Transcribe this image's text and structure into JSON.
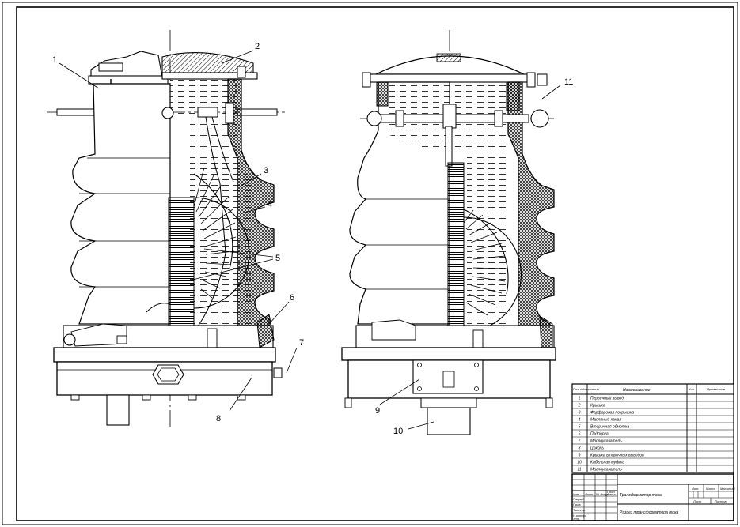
{
  "callouts": {
    "c1": "1",
    "c2": "2",
    "c3": "3",
    "c4": "4",
    "c5": "5",
    "c6": "6",
    "c7": "7",
    "c8": "8",
    "c9": "9",
    "c10": "10",
    "c11": "11"
  },
  "spec_table": {
    "headers": [
      "Поз. обозначение",
      "Наименование",
      "Кол",
      "Примечание"
    ],
    "rows": [
      {
        "pos": "1",
        "name": "Первичный вывод"
      },
      {
        "pos": "2",
        "name": "Крышка"
      },
      {
        "pos": "3",
        "name": "Фарфоровая покрышка"
      },
      {
        "pos": "4",
        "name": "Масляный канал"
      },
      {
        "pos": "5",
        "name": "Вторичная обмотка"
      },
      {
        "pos": "6",
        "name": "Подпорка"
      },
      {
        "pos": "7",
        "name": "Маслоуказатель"
      },
      {
        "pos": "8",
        "name": "Цоколь"
      },
      {
        "pos": "9",
        "name": "Крышка вторичных выводов"
      },
      {
        "pos": "10",
        "name": "Кабельная муфта"
      },
      {
        "pos": "11",
        "name": "Маслоуказатель"
      }
    ]
  },
  "title_block": {
    "lit": "Лит.",
    "mass": "Масса",
    "scale": "Масштаб",
    "sheet": "Лист",
    "sheets": "Листов",
    "izm": "Изм.",
    "list": "Лист",
    "ndoc": "№ докум.",
    "podp": "Подп.",
    "data": "Дата",
    "razrab": "Разраб.",
    "prov": "Пров.",
    "tkontr": "Т.контр.",
    "nkontr": "Н.контр.",
    "utv": "Утв.",
    "title": "Трансформатор тока",
    "subtitle": "Разрез трансформатора тока"
  }
}
